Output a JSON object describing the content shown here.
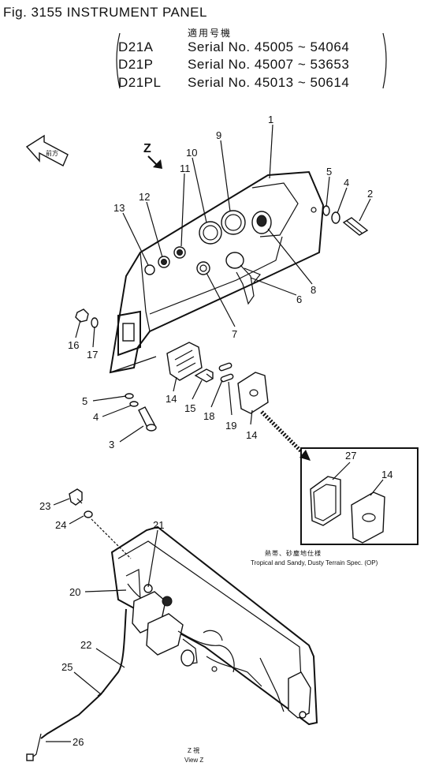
{
  "figure": {
    "title": "Fig. 3155 INSTRUMENT PANEL",
    "applicability_label": "適用号機",
    "serials": [
      {
        "model": "D21A",
        "serial": "Serial No. 45005 ~ 54064"
      },
      {
        "model": "D21P",
        "serial": "Serial No. 45007 ~ 53653"
      },
      {
        "model": "D21PL",
        "serial": "Serial No. 45013 ~ 50614"
      }
    ]
  },
  "direction": {
    "front_arrow_label": "前方",
    "view_marker": "Z"
  },
  "option_note": {
    "jp": "熱帯、砂塵地仕様",
    "en": "Tropical and Sandy, Dusty Terrain Spec. (OP)"
  },
  "view_caption": {
    "jp": "Z 視",
    "en": "View Z"
  },
  "callouts": {
    "c1": "1",
    "c2": "2",
    "c3": "3",
    "c4a": "4",
    "c4b": "4",
    "c5a": "5",
    "c5b": "5",
    "c6": "6",
    "c7": "7",
    "c8": "8",
    "c9": "9",
    "c10": "10",
    "c11": "11",
    "c12": "12",
    "c13": "13",
    "c14a": "14",
    "c14b": "14",
    "c14c": "14",
    "c15": "15",
    "c16": "16",
    "c17": "17",
    "c18": "18",
    "c19": "19",
    "c20": "20",
    "c21": "21",
    "c22": "22",
    "c23": "23",
    "c24": "24",
    "c25": "25",
    "c26": "26",
    "c27": "27"
  }
}
